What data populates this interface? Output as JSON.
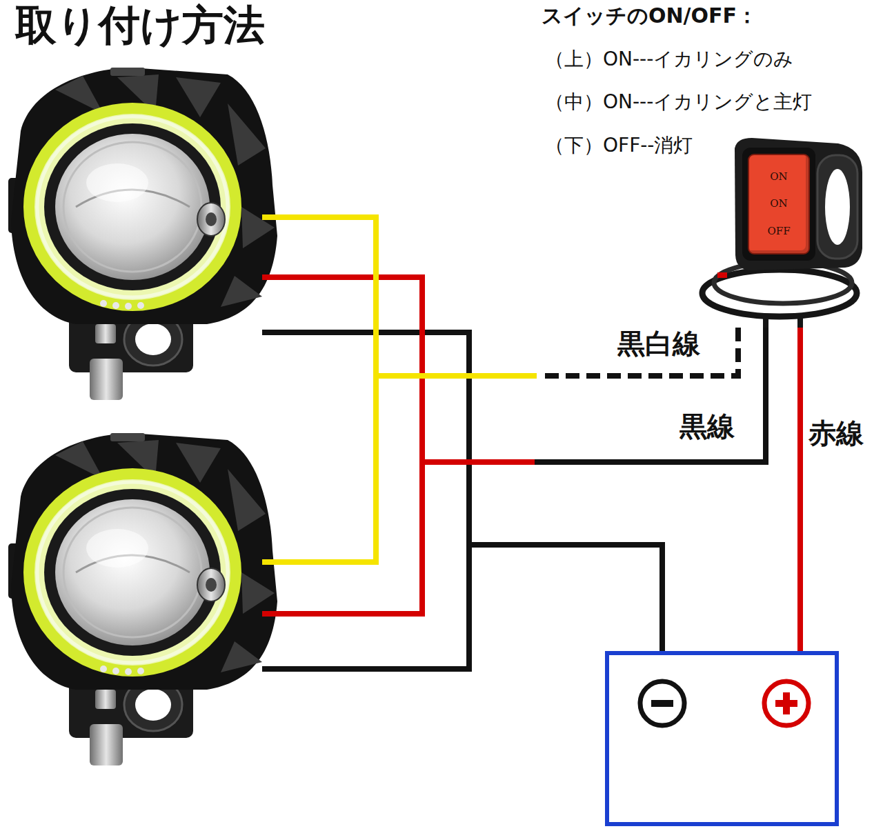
{
  "diagram": {
    "title": "取り付け方法",
    "nodes": [
      {
        "text": [
          "ON",
          "ON",
          "OFF"
        ]
      }
    ],
    "labels": [
      "スイッチのON/OFF：",
      "（上）ON---イカリングのみ",
      "（中）ON---イカリングと主灯",
      "（下）OFF--消灯",
      "黒白線",
      "黒線",
      "赤線"
    ]
  }
}
